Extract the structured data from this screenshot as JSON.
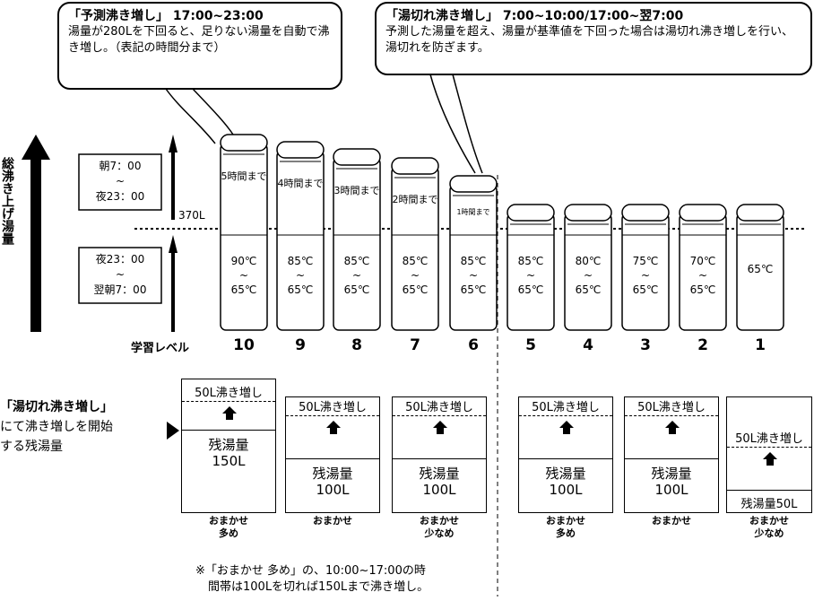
{
  "callout_left": {
    "title": "「予測沸き増し」 17:00~23:00",
    "body": "湯量が280Lを下回ると、足りない湯量を自動で沸き増し。（表記の時間分まで）"
  },
  "callout_right": {
    "title": "「湯切れ沸き増し」 7:00~10:00/17:00~翌7:00",
    "body": "予測した湯量を超え、湯量が基準値を下回った場合は湯切れ沸き増しを行い、湯切れを防ぎます。"
  },
  "vertical_label": "総沸き上げ湯量",
  "time_upper": {
    "line1": "朝7：00",
    "line2": "~",
    "line3": "夜23：00"
  },
  "time_lower": {
    "line1": "夜23：00",
    "line2": "~",
    "line3": "翌朝7：00"
  },
  "threshold_label": "370L",
  "level_label": "学習レベル",
  "tanks": [
    {
      "level": "10",
      "extra": "5時間まで",
      "temp_high": "90℃",
      "tilde": "~",
      "temp_low": "65℃"
    },
    {
      "level": "9",
      "extra": "4時間まで",
      "temp_high": "85℃",
      "tilde": "~",
      "temp_low": "65℃"
    },
    {
      "level": "8",
      "extra": "3時間まで",
      "temp_high": "85℃",
      "tilde": "~",
      "temp_low": "65℃"
    },
    {
      "level": "7",
      "extra": "2時間まで",
      "temp_high": "85℃",
      "tilde": "~",
      "temp_low": "65℃"
    },
    {
      "level": "6",
      "extra": "1時間まで",
      "temp_high": "85℃",
      "tilde": "~",
      "temp_low": "65℃"
    },
    {
      "level": "5",
      "extra": "",
      "temp_high": "85℃",
      "tilde": "~",
      "temp_low": "65℃"
    },
    {
      "level": "4",
      "extra": "",
      "temp_high": "80℃",
      "tilde": "~",
      "temp_low": "65℃"
    },
    {
      "level": "3",
      "extra": "",
      "temp_high": "75℃",
      "tilde": "~",
      "temp_low": "65℃"
    },
    {
      "level": "2",
      "extra": "",
      "temp_high": "70℃",
      "tilde": "~",
      "temp_low": "65℃"
    },
    {
      "level": "1",
      "extra": "",
      "temp_high": "65℃",
      "tilde": "",
      "temp_low": ""
    }
  ],
  "left_note": {
    "line1": "「湯切れ沸き増し」",
    "line2": "にて沸き増しを開始",
    "line3": "する残湯量"
  },
  "boxes": [
    {
      "top": "50L沸き増し",
      "res1": "残湯量",
      "res2": "150L",
      "mode1": "おまかせ",
      "mode2": "多め"
    },
    {
      "top": "50L沸き増し",
      "res1": "残湯量",
      "res2": "100L",
      "mode1": "おまかせ",
      "mode2": ""
    },
    {
      "top": "50L沸き増し",
      "res1": "残湯量",
      "res2": "100L",
      "mode1": "おまかせ",
      "mode2": "少なめ"
    },
    {
      "top": "50L沸き増し",
      "res1": "残湯量",
      "res2": "100L",
      "mode1": "おまかせ",
      "mode2": "多め"
    },
    {
      "top": "50L沸き増し",
      "res1": "残湯量",
      "res2": "100L",
      "mode1": "おまかせ",
      "mode2": ""
    },
    {
      "top": "50L沸き増し",
      "res1": "残湯量50L",
      "res2": "",
      "mode1": "おまかせ",
      "mode2": "少なめ"
    }
  ],
  "footnote": {
    "line1": "※「おまかせ 多め」の、10:00~17:00の時",
    "line2": "間帯は100Lを切れば150Lまで沸き増し。"
  }
}
